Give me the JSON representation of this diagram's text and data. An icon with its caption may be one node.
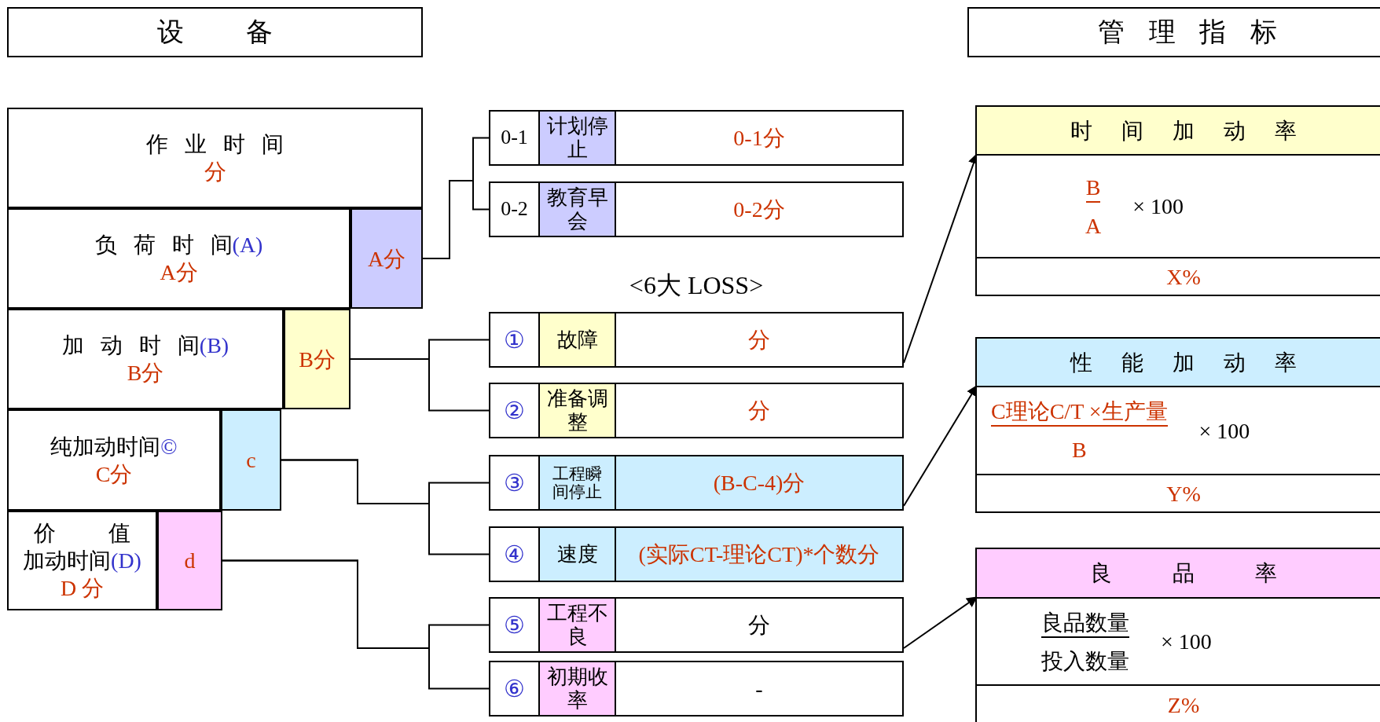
{
  "diagram": {
    "nodes": [
      {
        "text": [
          "设 备"
        ]
      },
      {
        "text": [
          "管 理 指 标"
        ]
      },
      {
        "text": [
          "作 业 时 间",
          "分"
        ]
      },
      {
        "text": [
          "负 荷 时 间",
          "(A)",
          "A分"
        ]
      },
      {
        "text": [
          "A分"
        ]
      },
      {
        "text": [
          "加 动 时 间",
          "(B)",
          "B分"
        ]
      },
      {
        "text": [
          "B分"
        ]
      },
      {
        "text": [
          "纯加动时间",
          "©",
          "C分"
        ]
      },
      {
        "text": [
          "c"
        ]
      },
      {
        "text": [
          "价 值",
          "加动时间",
          "(D)",
          "D 分"
        ]
      },
      {
        "text": [
          "d"
        ]
      },
      {
        "text": [
          "0-1"
        ]
      },
      {
        "text": [
          "计划停止"
        ]
      },
      {
        "text": [
          "0-1分"
        ]
      },
      {
        "text": [
          "0-2"
        ]
      },
      {
        "text": [
          "教育早会"
        ]
      },
      {
        "text": [
          "0-2分"
        ]
      },
      {
        "text": [
          "①"
        ]
      },
      {
        "text": [
          "故障"
        ]
      },
      {
        "text": [
          "分"
        ]
      },
      {
        "text": [
          "②"
        ]
      },
      {
        "text": [
          "准备调整"
        ]
      },
      {
        "text": [
          "分"
        ]
      },
      {
        "text": [
          "③"
        ]
      },
      {
        "text": [
          "工程瞬间停止"
        ]
      },
      {
        "text": [
          "(B-C-4)分"
        ]
      },
      {
        "text": [
          "④"
        ]
      },
      {
        "text": [
          "速度"
        ]
      },
      {
        "text": [
          "(实际CT-理论CT)*个数分"
        ]
      },
      {
        "text": [
          "⑤"
        ]
      },
      {
        "text": [
          "工程不良"
        ]
      },
      {
        "text": [
          "分"
        ]
      },
      {
        "text": [
          "⑥"
        ]
      },
      {
        "text": [
          "初期收率"
        ]
      },
      {
        "text": [
          "-"
        ]
      },
      {
        "text": [
          "时 间 加 动 率"
        ]
      },
      {
        "text": [
          "B",
          "A",
          "× 100"
        ]
      },
      {
        "text": [
          "X%"
        ]
      },
      {
        "text": [
          "性 能 加 动 率"
        ]
      },
      {
        "text": [
          "C理论C/T ×生产量",
          "B",
          "× 100"
        ]
      },
      {
        "text": [
          "Y%"
        ]
      },
      {
        "text": [
          "良 品 率"
        ]
      },
      {
        "text": [
          "良品数量",
          "投入数量",
          "× 100"
        ]
      },
      {
        "text": [
          "Z%"
        ]
      }
    ],
    "edges": [
      {
        "from": 4,
        "to": 11,
        "arrow": "none"
      },
      {
        "from": 4,
        "to": 14,
        "arrow": "none"
      },
      {
        "from": 6,
        "to": 17,
        "arrow": "none"
      },
      {
        "from": 6,
        "to": 20,
        "arrow": "none"
      },
      {
        "from": 8,
        "to": 23,
        "arrow": "none"
      },
      {
        "from": 8,
        "to": 26,
        "arrow": "none"
      },
      {
        "from": 10,
        "to": 29,
        "arrow": "none"
      },
      {
        "from": 10,
        "to": 32,
        "arrow": "none"
      },
      {
        "from": 19,
        "to": 35,
        "arrow": "to"
      },
      {
        "from": 25,
        "to": 38,
        "arrow": "to"
      },
      {
        "from": 31,
        "to": 41,
        "arrow": "to"
      }
    ],
    "labels": [
      "<6大 LOSS>"
    ]
  }
}
